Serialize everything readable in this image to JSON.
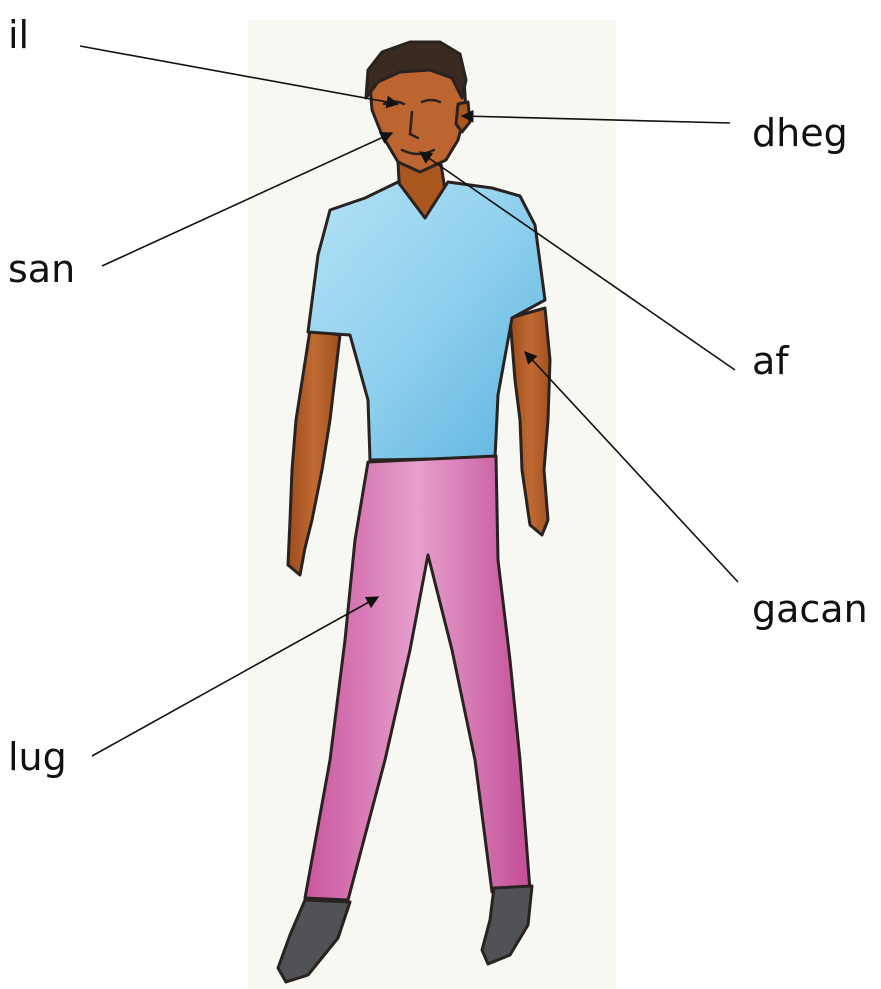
{
  "labels": {
    "eye": "il",
    "ear": "dheg",
    "nose": "san",
    "mouth": "af",
    "hand": "gacan",
    "leg": "lug"
  },
  "colors": {
    "skin": "#b9612a",
    "skin_shadow": "#8e4418",
    "hair": "#3a2a22",
    "shirt": "#8fd0ee",
    "shirt_shadow": "#4fa6d6",
    "trousers": "#d779b4",
    "trousers_shadow": "#b6448f",
    "shoes": "#55575b",
    "paper": "#f7f7f2",
    "outline": "#2a2220",
    "leader": "#111111"
  }
}
